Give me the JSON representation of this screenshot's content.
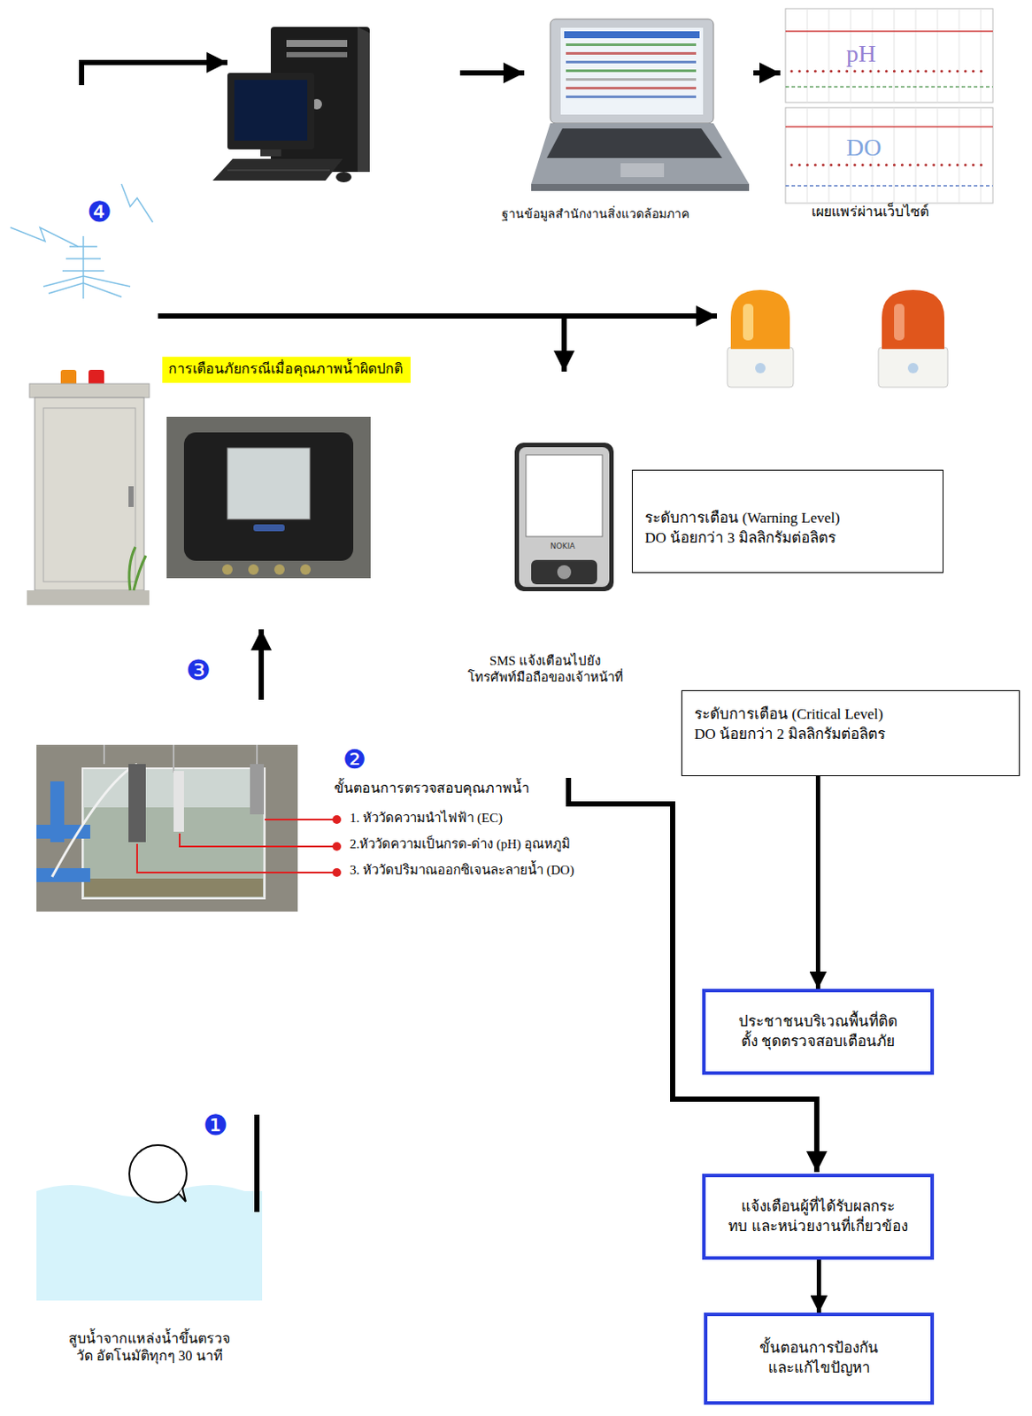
{
  "diagram": {
    "nodes": [
      {
        "text": [
          "การเตือนภัยกรณีเมื่อคุณภาพน้ำผิดปกติ"
        ]
      },
      {
        "text": [
          "ระดับการเตือน (Warning Level)",
          "DO น้อยกว่า 3 มิลลิกรัมต่อลิตร"
        ]
      },
      {
        "text": [
          "ระดับการเตือน (Critical Level)",
          "DO น้อยกว่า 2 มิลลิกรัมต่อลิตร"
        ]
      },
      {
        "text": [
          "ประชาชนบริเวณพื้นที่ติดตั้ง ชุดตรวจสอบเตือนภัย"
        ]
      },
      {
        "text": [
          "แจ้งเตือนผู้ที่ได้รับผลกระทบ และหน่วยงานที่เกี่ยวข้อง"
        ]
      },
      {
        "text": [
          "ขั้นตอนการป้องกัน และแก้ไขปัญหา"
        ]
      }
    ],
    "edges": [
      {
        "from": 2,
        "to": 3,
        "arrow": "to"
      },
      {
        "from": 4,
        "to": 5,
        "arrow": "to"
      }
    ],
    "labels": [
      "pH",
      "DO",
      "ฐานข้อมูลสำนักงานสิ่งแวดล้อมภาค",
      "เผยแพร่ผ่านเว็บไซต์",
      "❹",
      "NOKIA",
      "SMS แจ้งเตือนไปยัง โทรศัพท์มือถือของเจ้าหน้าที่",
      "❸",
      "❷",
      "ขั้นตอนการตรวจสอบคุณภาพน้ำ",
      "1. หัววัดความนำไฟฟ้า (EC)",
      "2.หัววัดความเป็นกรด-ด่าง (pH) อุณหภูมิ",
      "3. หัววัดปริมาณออกซิเจนละลายน้ำ (DO)",
      "❶",
      "สูบน้ำจากแหล่งน้ำขึ้นตรวจวัด อัตโนมัติทุกๆ 30 นาที"
    ]
  }
}
